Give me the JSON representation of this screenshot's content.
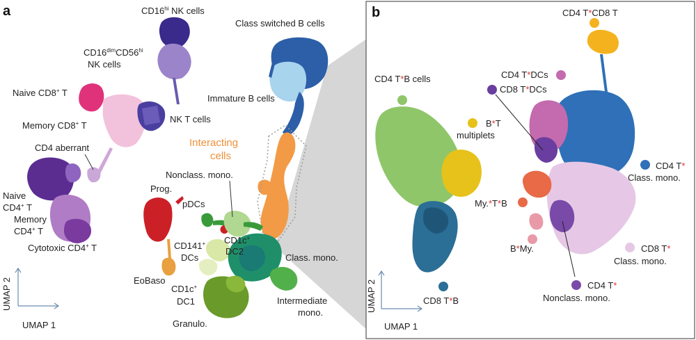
{
  "panels": {
    "a": {
      "letter": "a",
      "axes": {
        "x": "UMAP 1",
        "y": "UMAP 2"
      },
      "interacting_label": {
        "line1": "Interacting",
        "line2": "cells"
      }
    },
    "b": {
      "letter": "b",
      "axes": {
        "x": "UMAP 1",
        "y": "UMAP 2"
      }
    }
  },
  "colors": {
    "nk_hi": "#3a2a8c",
    "nk_dim": "#9b84c9",
    "naive_cd8": "#e0327a",
    "memory_cd8": "#f2c2dc",
    "nkt": "#4a3fa0",
    "cd4_aberrant": "#c9a8d8",
    "naive_cd4": "#5b2d91",
    "memory_cd4": "#b07cc6",
    "cytotoxic_cd4": "#7a3a9e",
    "class_switched_b": "#2d5fa8",
    "immature_b": "#a8d4ee",
    "interacting": "#f39a46",
    "prog": "#cc2027",
    "pdc": "#3a9a3a",
    "cd1c_dc2": "#b0d890",
    "cd141": "#d9e8a6",
    "eobaso": "#e8a040",
    "cd1c_dc1": "#e4eec0",
    "class_mono": "#1f8f6a",
    "intermediate_mono": "#52b04a",
    "granulo": "#6a9a2a",
    "teal_dark": "#1a7a74",
    "b_cd4tb": "#8fc66a",
    "b_bt": "#e6c21a",
    "b_cd8tb": "#2b6e96",
    "b_cd4cd8": "#f4b21e",
    "b_cd4dc": "#c46aae",
    "b_cd8dc": "#6a3ea0",
    "b_cd4class": "#2f70b8",
    "b_myb": "#e86a46",
    "b_bmy": "#e89aa8",
    "b_cd8class": "#e6c8e6",
    "b_cd4nonclass": "#7a4aa8",
    "red_star": "#e0342c"
  },
  "labels_a": {
    "nk_hi": {
      "pre": "CD16",
      "sup": "hi",
      "post": " NK cells"
    },
    "nk_dim": {
      "p1": "CD16",
      "s1": "dim",
      "p2": "CD56",
      "s2": "hi",
      "line2": "NK cells"
    },
    "naive_cd8": {
      "pre": "Naive CD8",
      "sup": "+",
      "post": " T"
    },
    "memory_cd8": {
      "pre": "Memory CD8",
      "sup": "+",
      "post": " T"
    },
    "nkt": "NK T cells",
    "cd4_aberrant": "CD4 aberrant",
    "naive_cd4": {
      "line1": "Naive",
      "pre": "CD4",
      "sup": "+",
      "post": " T"
    },
    "memory_cd4": {
      "line1": "Memory",
      "pre": "CD4",
      "sup": "+",
      "post": " T"
    },
    "cytotoxic_cd4": {
      "pre": "Cytotoxic CD4",
      "sup": "+",
      "post": " T"
    },
    "class_switched_b": "Class switched B cells",
    "immature_b": "Immature B cells",
    "nonclass_mono": "Nonclass. mono.",
    "prog": "Prog.",
    "pdcs": "pDCs",
    "cd1c_dc2": {
      "pre": "CD1c",
      "sup": "+",
      "line2": "DC2"
    },
    "cd141": {
      "pre": "CD141",
      "sup": "+",
      "line2": "DCs"
    },
    "eobaso": "EoBaso",
    "cd1c_dc1": {
      "pre": "CD1c",
      "sup": "+",
      "line2": "DC1"
    },
    "class_mono": "Class. mono.",
    "intermediate_mono": {
      "line1": "Intermediate",
      "line2": "mono."
    },
    "granulo": "Granulo."
  },
  "labels_b": {
    "cd4tb": {
      "a": "CD4 T",
      "b": "B cells"
    },
    "bt": {
      "a": "B",
      "b": "T",
      "line2": "multiplets"
    },
    "cd8tb": {
      "a": "CD8 T",
      "b": "B"
    },
    "cd4cd8": {
      "a": "CD4 T",
      "b": "CD8 T"
    },
    "cd4dcs": {
      "a": "CD4 T",
      "b": "DCs"
    },
    "cd8dcs": {
      "a": "CD8 T",
      "b": "DCs"
    },
    "cd4class": {
      "a": "CD4 T",
      "line2": "Class. mono."
    },
    "myb": {
      "a": "My.",
      "b": "T",
      "c": "B"
    },
    "bmy": {
      "a": "B",
      "b": "My."
    },
    "cd8class": {
      "a": "CD8 T",
      "line2": "Class. mono."
    },
    "cd4nonclass": {
      "a": "CD4 T",
      "line2": "Nonclass. mono."
    },
    "star": "*"
  }
}
